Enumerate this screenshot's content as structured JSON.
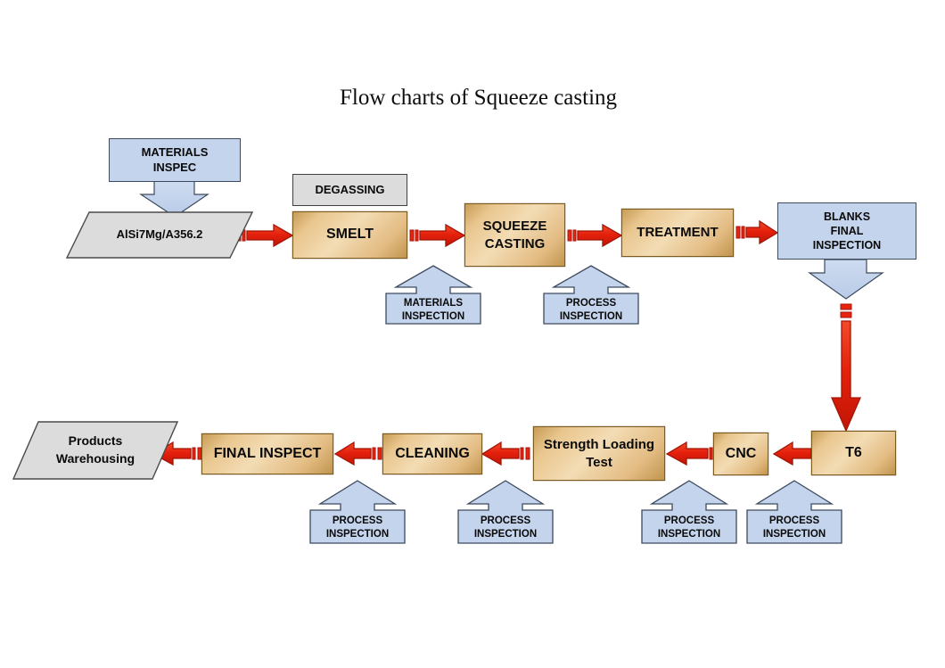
{
  "title": "Flow charts of Squeeze casting",
  "colors": {
    "tan_fill": "#e9c68e",
    "tan_border": "#7d5a1e",
    "blue_fill": "#c4d4ec",
    "blue_border": "#3c4a5e",
    "grey_fill": "#dcdcdc",
    "grey_border": "#3f3f3f",
    "arrow_red": "#e8230f",
    "arrow_red_dark": "#a31608",
    "text": "#0a0a0a"
  },
  "nodes": {
    "materials_inspec": "MATERIALS\nINSPEC",
    "material_spec": "AlSi7Mg/A356.2",
    "degassing": "DEGASSING",
    "smelt": "SMELT",
    "squeeze_casting": "SQUEEZE\nCASTING",
    "treatment": "TREATMENT",
    "blanks_final_inspection": "BLANKS\nFINAL\nINSPECTION",
    "t6": "T6",
    "cnc": "CNC",
    "strength_loading_test": "Strength Loading\nTest",
    "cleaning": "CLEANING",
    "final_inspect": "FINAL INSPECT",
    "products_warehousing": "Products\nWarehousing"
  },
  "callouts": {
    "materials_inspection_smelt": "MATERIALS\nINSPECTION",
    "process_inspection_casting": "PROCESS\nINSPECTION",
    "process_inspection_final": "PROCESS\nINSPECTION",
    "process_inspection_cleaning": "PROCESS\nINSPECTION",
    "process_inspection_strength": "PROCESS\nINSPECTION",
    "process_inspection_cnc": "PROCESS\nINSPECTION"
  },
  "flow": {
    "sequence": [
      "AlSi7Mg/A356.2",
      "SMELT",
      "SQUEEZE CASTING",
      "TREATMENT",
      "BLANKS FINAL INSPECTION",
      "T6",
      "CNC",
      "Strength Loading Test",
      "CLEANING",
      "FINAL INSPECT",
      "Products Warehousing"
    ]
  }
}
